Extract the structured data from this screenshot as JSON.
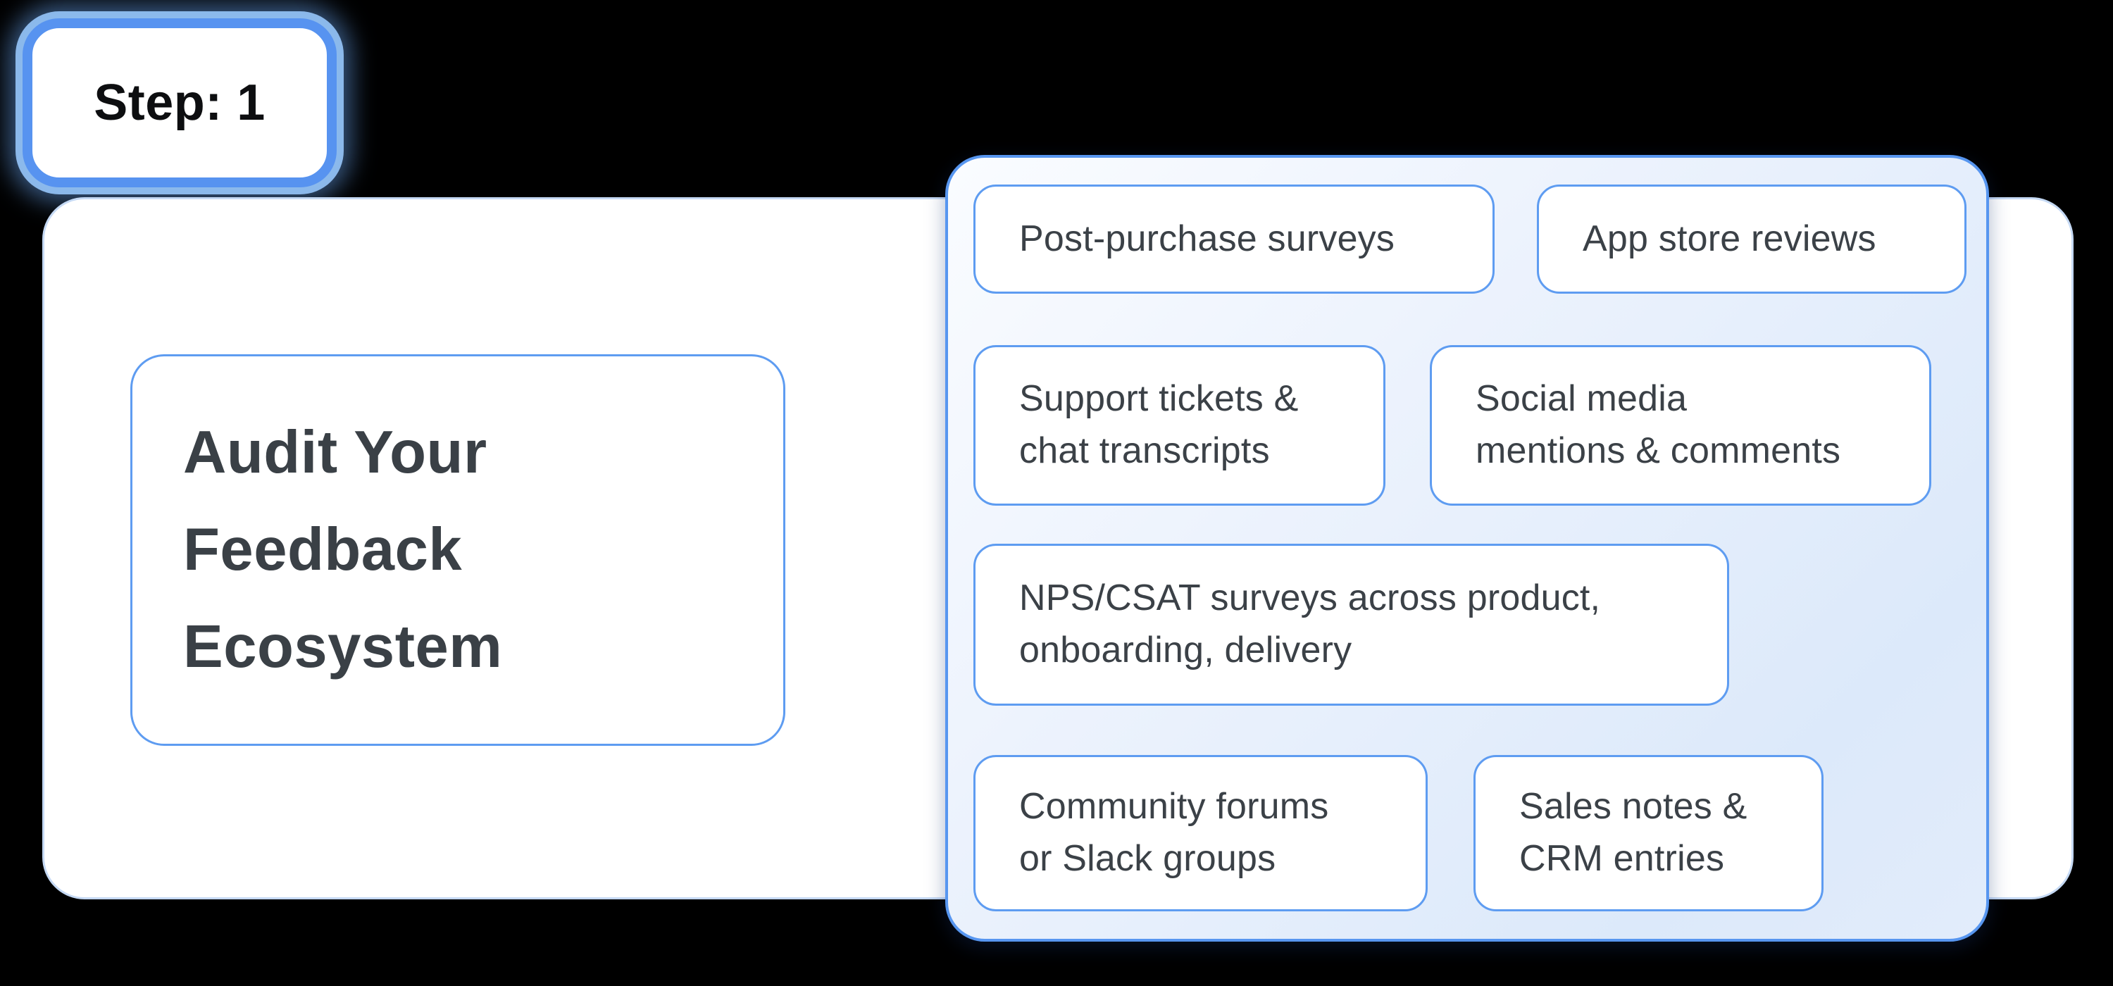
{
  "badge": {
    "label": "Step: 1"
  },
  "main_card": {
    "title": "Audit Your\nFeedback\nEcosystem"
  },
  "panel": {
    "chips": [
      "Post-purchase surveys",
      "App store reviews",
      "Support tickets &\n chat transcripts",
      "Social media\nmentions & comments",
      "NPS/CSAT surveys across product,\nonboarding, delivery",
      "Community forums\nor Slack groups",
      "Sales notes &\nCRM entries"
    ]
  },
  "colors": {
    "background": "#000000",
    "badge_border": "#5793F0",
    "badge_glow": "#96C5F9",
    "card_border": "#C5D9F4",
    "panel_border": "#5796F0",
    "chip_border": "#5E9CF1",
    "panel_fill_top": "#FAFCFF",
    "panel_fill_bottom": "#DCE9FA",
    "text": "#3B4147",
    "badge_text": "#0D0E10"
  }
}
